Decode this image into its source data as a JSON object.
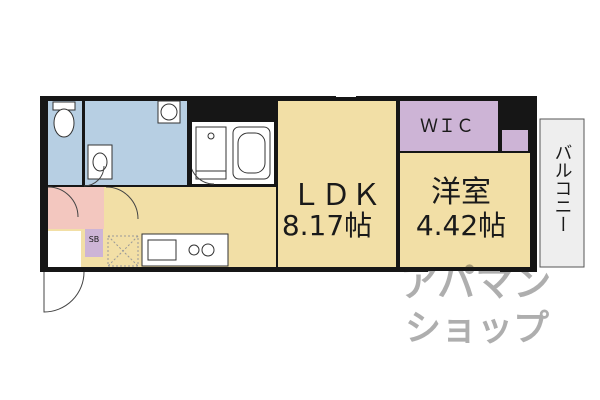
{
  "rooms": {
    "ldk": {
      "name": "ＬＤＫ",
      "size": "8.17帖"
    },
    "western": {
      "name": "洋室",
      "size": "4.42帖"
    },
    "wic": {
      "name": "ＷＩＣ"
    },
    "sb": {
      "name": "SB"
    },
    "balcony": {
      "name": "バルコニー"
    }
  },
  "watermark": {
    "line1": "アパマン",
    "line2": "ショップ"
  },
  "colors": {
    "ldk": "#f2dfa6",
    "western": "#f2dfa6",
    "wet": "#b7cfe3",
    "wic": "#cdb4d6",
    "entry": "#f3c7bf",
    "wall": "#161616",
    "balcony": "#eeeeee"
  }
}
